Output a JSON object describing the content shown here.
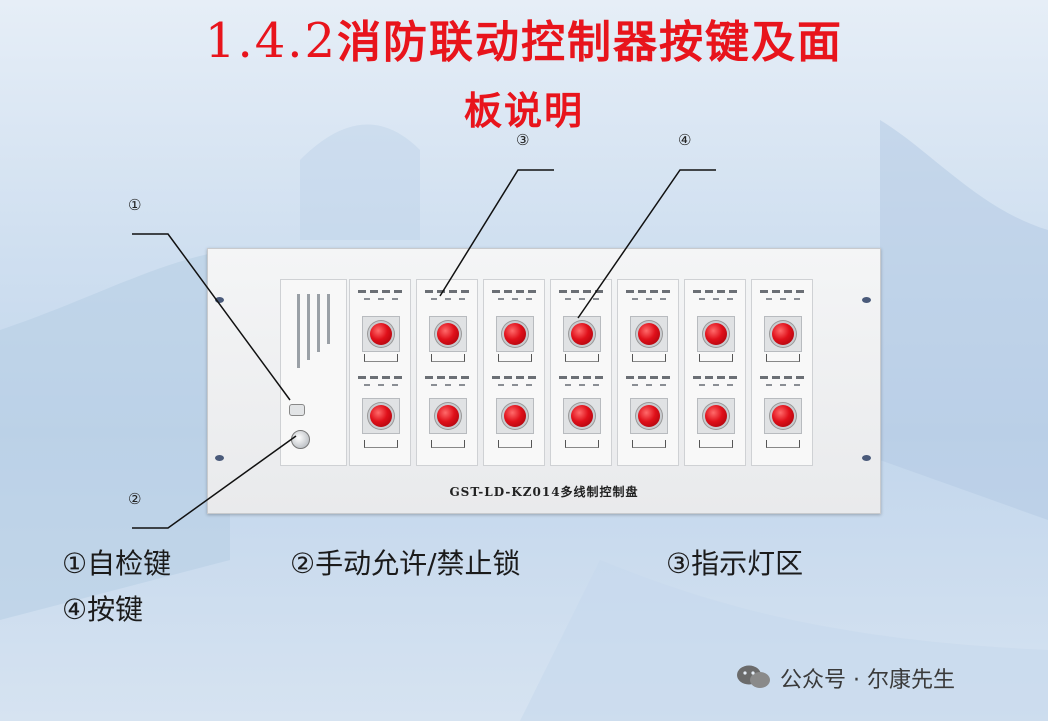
{
  "title": {
    "line1_number": "1.4.2",
    "line1_text": "消防联动控制器按键及面",
    "line2": "板说明"
  },
  "callouts": {
    "c1": "①",
    "c2": "②",
    "c3": "③",
    "c4": "④"
  },
  "panel": {
    "model": "GST-LD-KZ014多线制控制盘",
    "module_count": 7
  },
  "legend": {
    "item1": "①自检键",
    "item2": "②手动允许/禁止锁",
    "item3": "③指示灯区",
    "item4": "④按键"
  },
  "watermark": {
    "text": "公众号 · 尔康先生"
  },
  "colors": {
    "title": "#e8141c",
    "button_red": "#e0101a",
    "background": "#cfdff0"
  }
}
